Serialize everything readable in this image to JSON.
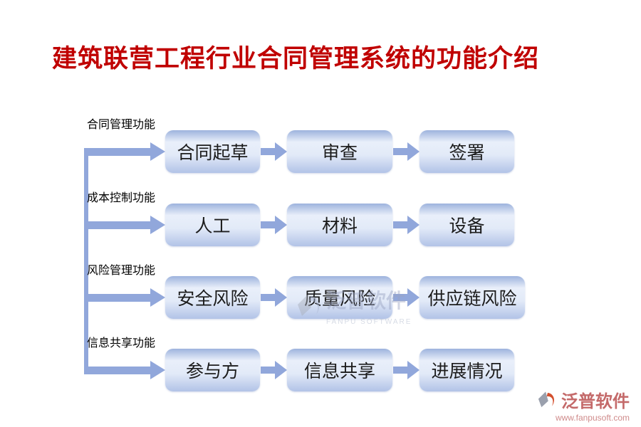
{
  "title": "建筑联营工程行业合同管理系统的功能介绍",
  "colors": {
    "title-color": "#c00000",
    "arrow-color": "#91a7db",
    "box-text": "#1c1c1c",
    "label-text": "#000000",
    "logo-red": "#c46a6a",
    "logo-url": "#cf8b8b",
    "box_gradient_top": "#9db3dd",
    "box_gradient_light": "#e9effa",
    "box_gradient_bottom": "#b2c3e7"
  },
  "rows": [
    {
      "label": "合同管理功能",
      "boxes": [
        "合同起草",
        "审查",
        "签署"
      ]
    },
    {
      "label": "成本控制功能",
      "boxes": [
        "人工",
        "材料",
        "设备"
      ]
    },
    {
      "label": "风险管理功能",
      "boxes": [
        "安全风险",
        "质量风险",
        "供应链风险"
      ]
    },
    {
      "label": "信息共享功能",
      "boxes": [
        "参与方",
        "信息共享",
        "进展情况"
      ]
    }
  ],
  "watermark": {
    "icon": "fanpu-logo-icon",
    "text": "泛普软件",
    "subtext": "FANPU SOFTWARE"
  },
  "footer_logo": {
    "icon": "fanpu-logo-icon",
    "brand": "泛普软件",
    "url": "www.fanpusoft.com"
  }
}
